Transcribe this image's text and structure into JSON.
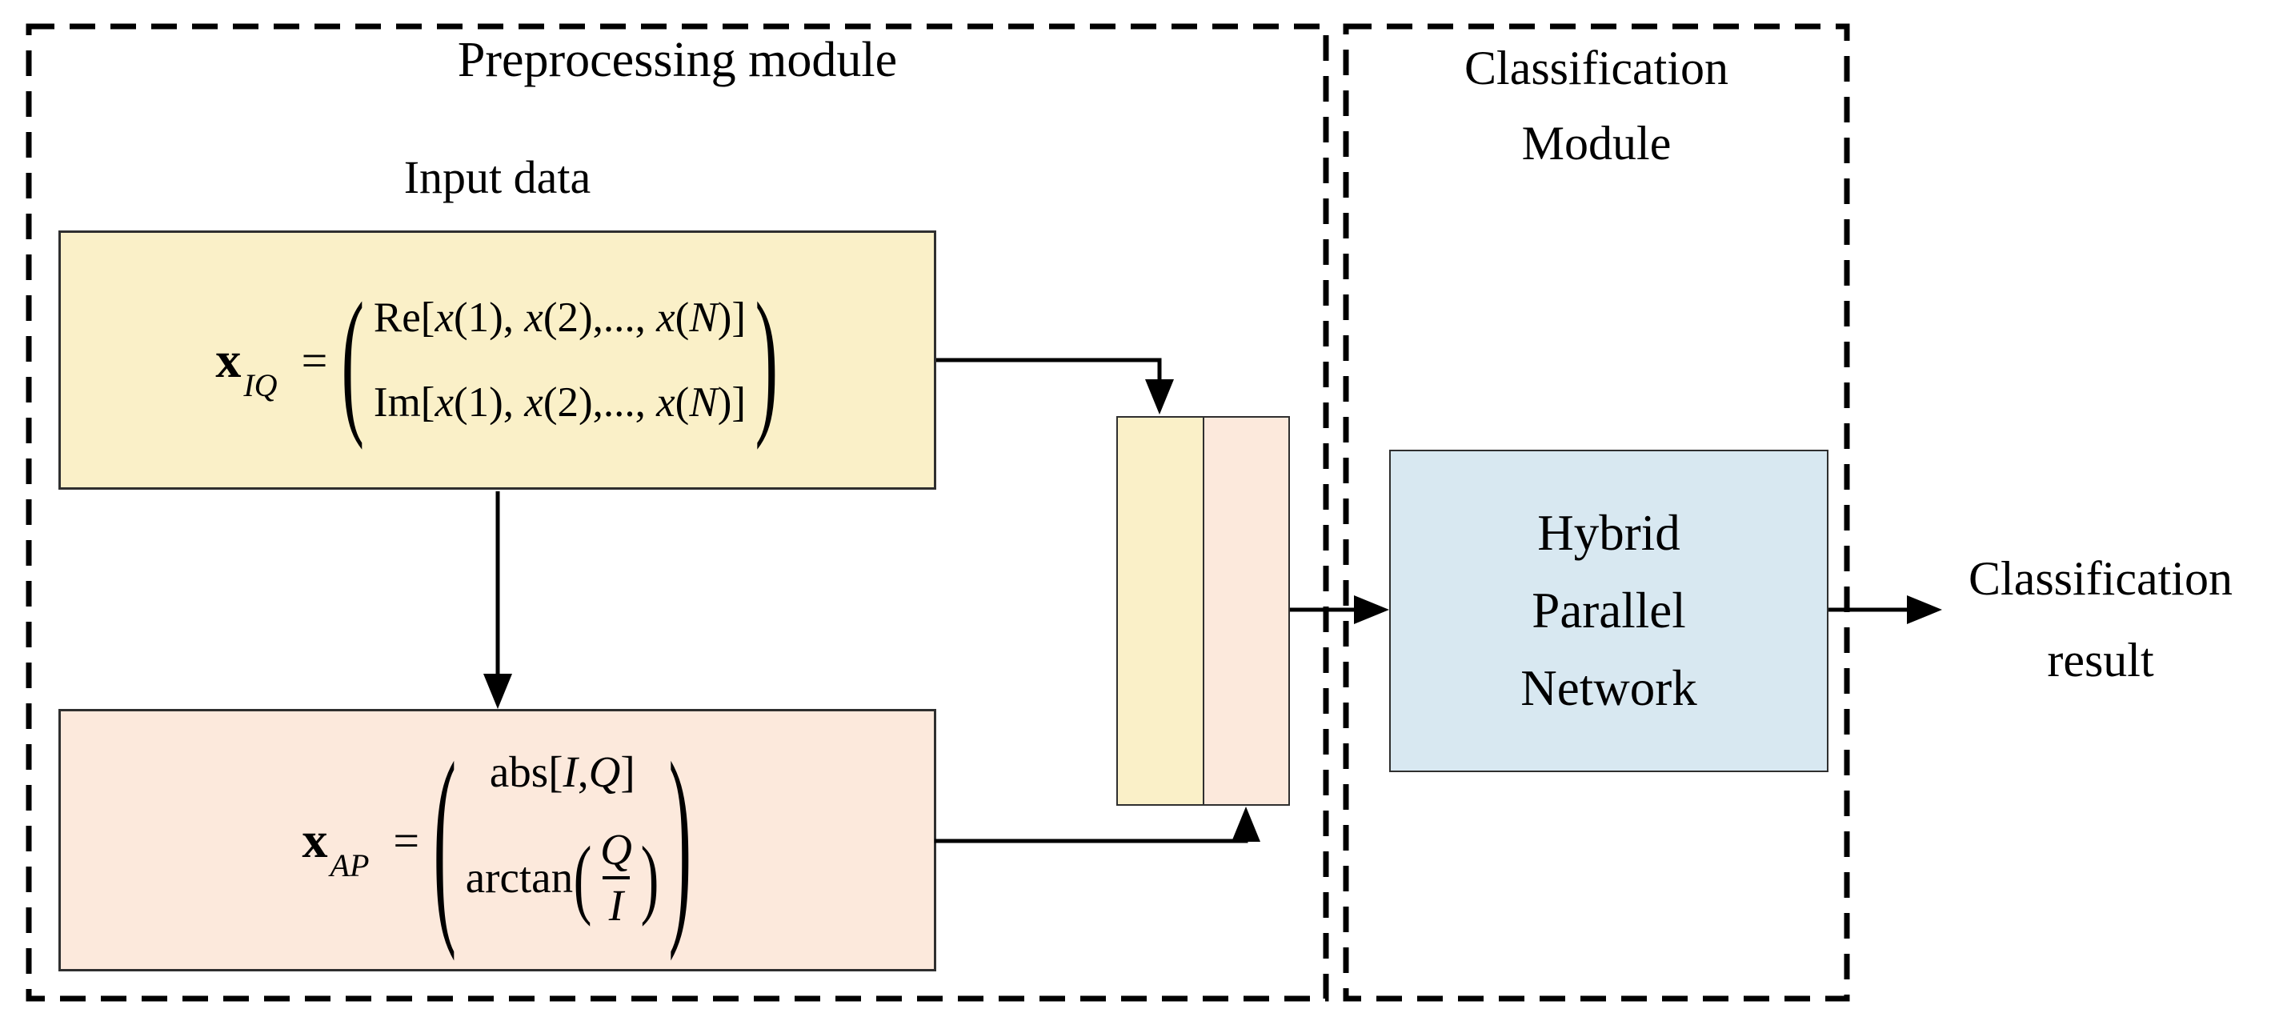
{
  "colors": {
    "yellow_fill": "#FAF0C8",
    "pink_fill": "#FCE9DC",
    "blue_fill": "#D8E8F1",
    "line": "#000000",
    "border": "#2F2F2F"
  },
  "preprocessing": {
    "title": "Preprocessing module",
    "input_label": "Input data"
  },
  "classification": {
    "title_line1": "Classification",
    "title_line2": "Module"
  },
  "network": {
    "line1": "Hybrid",
    "line2": "Parallel",
    "line3": "Network"
  },
  "result": {
    "line1": "Classification",
    "line2": "result"
  },
  "formula_iq": {
    "lhs_var": "x",
    "lhs_sub": "IQ",
    "equals": "=",
    "lparen": "(",
    "rparen": ")",
    "row1_fn": "Re[",
    "row1_v1": "x",
    "row1_p1": "(1), ",
    "row1_v2": "x",
    "row1_p2": "(2),..., ",
    "row1_v3": "x",
    "row1_p3": "(",
    "row1_n": "N",
    "row1_close": ")]",
    "row2_fn": "Im[",
    "row2_v1": "x",
    "row2_p1": "(1), ",
    "row2_v2": "x",
    "row2_p2": "(2),..., ",
    "row2_v3": "x",
    "row2_p3": "(",
    "row2_n": "N",
    "row2_close": ")]"
  },
  "formula_ap": {
    "lhs_var": "x",
    "lhs_sub": "AP",
    "equals": "=",
    "lparen": "(",
    "rparen": ")",
    "row1_fn": "abs[",
    "row1_i": "I",
    "row1_comma": ",",
    "row1_q": "Q",
    "row1_close": "]",
    "row2_fn": "arctan",
    "row2_lp": "(",
    "frac_num": "Q",
    "frac_den": "I",
    "row2_rp": ")"
  }
}
